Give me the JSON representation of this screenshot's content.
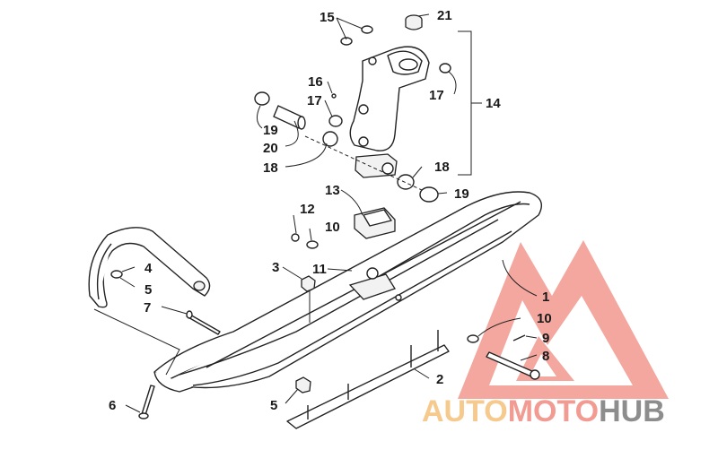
{
  "diagram": {
    "callouts": [
      {
        "id": "c15",
        "label": "15"
      },
      {
        "id": "c21",
        "label": "21"
      },
      {
        "id": "c16",
        "label": "16"
      },
      {
        "id": "c17a",
        "label": "17"
      },
      {
        "id": "c17b",
        "label": "17"
      },
      {
        "id": "c14",
        "label": "14"
      },
      {
        "id": "c19a",
        "label": "19"
      },
      {
        "id": "c20",
        "label": "20"
      },
      {
        "id": "c18a",
        "label": "18"
      },
      {
        "id": "c18b",
        "label": "18"
      },
      {
        "id": "c19b",
        "label": "19"
      },
      {
        "id": "c13",
        "label": "13"
      },
      {
        "id": "c12",
        "label": "12"
      },
      {
        "id": "c10a",
        "label": "10"
      },
      {
        "id": "c4",
        "label": "4"
      },
      {
        "id": "c5a",
        "label": "5"
      },
      {
        "id": "c3",
        "label": "3"
      },
      {
        "id": "c11",
        "label": "11"
      },
      {
        "id": "c1",
        "label": "1"
      },
      {
        "id": "c7",
        "label": "7"
      },
      {
        "id": "c10b",
        "label": "10"
      },
      {
        "id": "c9",
        "label": "9"
      },
      {
        "id": "c8",
        "label": "8"
      },
      {
        "id": "c2",
        "label": "2"
      },
      {
        "id": "c6",
        "label": "6"
      },
      {
        "id": "c5b",
        "label": "5"
      }
    ]
  },
  "watermark": {
    "part1": "AUTO",
    "part2": "MOTO",
    "part3": "HUB",
    "color1": "#f5c07a",
    "color2": "#f08a80",
    "color3": "#7a7a7a",
    "logo_color": "#f08a80"
  }
}
